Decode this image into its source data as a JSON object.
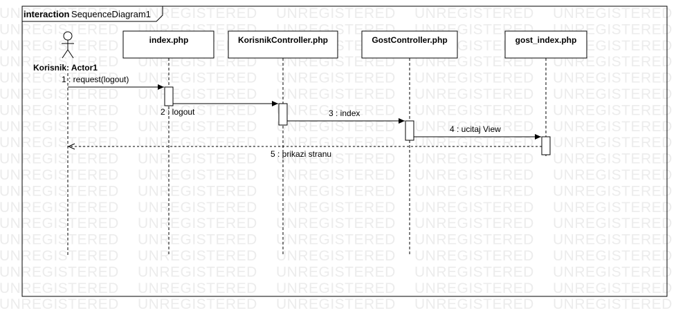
{
  "watermark": "UNREGISTERED",
  "frame": {
    "keyword": "interaction",
    "name": "SequenceDiagram1"
  },
  "actor": {
    "label": "Korisnik: Actor1"
  },
  "lifelines": [
    {
      "id": "index",
      "label": "index.php"
    },
    {
      "id": "korisnik",
      "label": "KorisnikController.php"
    },
    {
      "id": "gost",
      "label": "GostController.php"
    },
    {
      "id": "gost_index",
      "label": "gost_index.php"
    }
  ],
  "messages": [
    {
      "id": "m1",
      "label": "1 : request(logout)",
      "from": "actor",
      "to": "index",
      "kind": "sync"
    },
    {
      "id": "m2",
      "label": "2 : logout",
      "from": "index",
      "to": "korisnik",
      "kind": "sync"
    },
    {
      "id": "m3",
      "label": "3 : index",
      "from": "korisnik",
      "to": "gost",
      "kind": "sync"
    },
    {
      "id": "m4",
      "label": "4 : ucitaj View",
      "from": "gost",
      "to": "gost_index",
      "kind": "sync"
    },
    {
      "id": "m5",
      "label": "5 : prikazi stranu",
      "from": "gost_index",
      "to": "actor",
      "kind": "return"
    }
  ]
}
